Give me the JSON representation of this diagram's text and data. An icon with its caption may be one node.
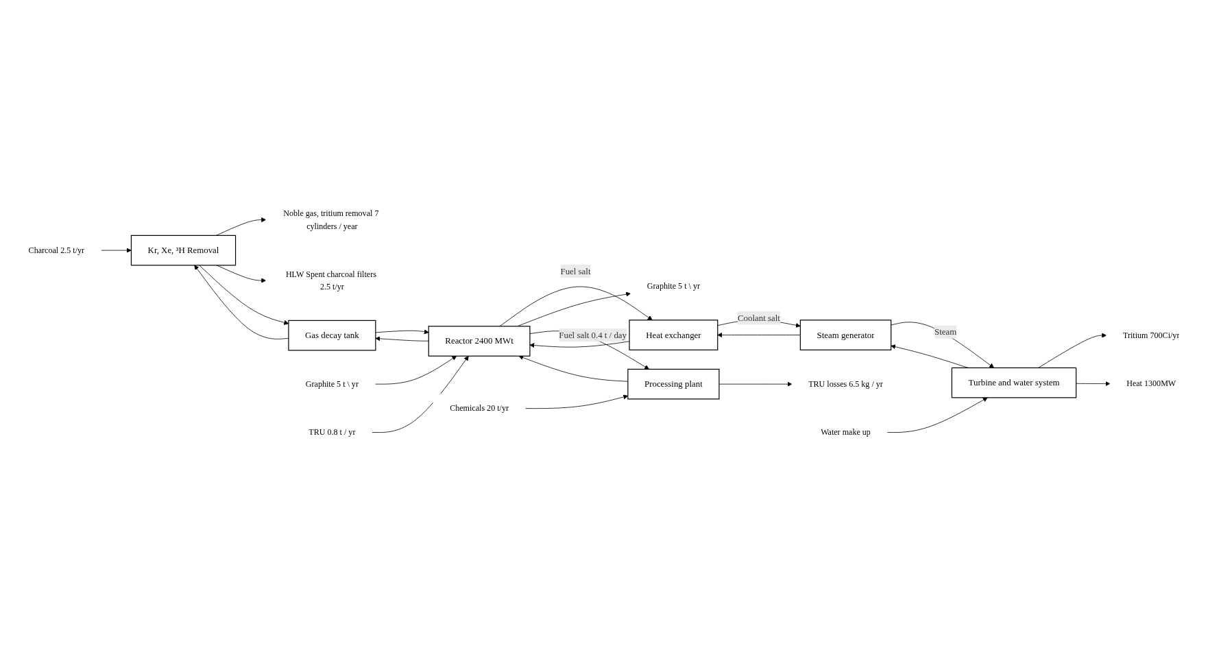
{
  "diagram": {
    "nodes": [
      {
        "text": [
          "Kr, Xe, ³H Removal"
        ]
      },
      {
        "text": [
          "Gas decay tank"
        ]
      },
      {
        "text": [
          "Reactor 2400 MWt"
        ]
      },
      {
        "text": [
          "Heat exchanger"
        ]
      },
      {
        "text": [
          "Steam generator"
        ]
      },
      {
        "text": [
          "Turbine and water system"
        ]
      },
      {
        "text": [
          "Processing plant"
        ]
      },
      {
        "text": [
          "Charcoal 2.5 t/yr"
        ]
      },
      {
        "text": [
          "Noble gas, tritium removal 7 cylinders / year"
        ]
      },
      {
        "text": [
          "HLW Spent charcoal filters 2.5 t/yr"
        ]
      },
      {
        "text": [
          "Graphite 5 t \\ yr"
        ]
      },
      {
        "text": [
          "TRU 0.8 t / yr"
        ]
      },
      {
        "text": [
          "Graphite 5 t \\ yr"
        ]
      },
      {
        "text": [
          "Chemicals 20 t/yr"
        ]
      },
      {
        "text": [
          "TRU losses 6.5 kg / yr"
        ]
      },
      {
        "text": [
          "Water make up"
        ]
      },
      {
        "text": [
          "Tritium 700Ci/yr"
        ]
      },
      {
        "text": [
          "Heat 1300MW"
        ]
      }
    ],
    "edges": [
      {
        "from": 7,
        "to": 0,
        "arrow": "to"
      },
      {
        "from": 0,
        "to": 8,
        "arrow": "to"
      },
      {
        "from": 0,
        "to": 9,
        "arrow": "to"
      },
      {
        "from": 0,
        "to": 1,
        "arrow": "to"
      },
      {
        "from": 1,
        "to": 0,
        "arrow": "to"
      },
      {
        "from": 1,
        "to": 2,
        "arrow": "to"
      },
      {
        "from": 2,
        "to": 1,
        "arrow": "to"
      },
      {
        "from": 10,
        "to": 2,
        "arrow": "to"
      },
      {
        "from": 11,
        "to": 2,
        "arrow": "to"
      },
      {
        "from": 2,
        "to": 3,
        "arrow": "to",
        "label": "Fuel salt"
      },
      {
        "from": 3,
        "to": 2,
        "arrow": "to"
      },
      {
        "from": 2,
        "to": 12,
        "arrow": "to"
      },
      {
        "from": 2,
        "to": 6,
        "arrow": "to",
        "label": "Fuel salt 0.4 t / day"
      },
      {
        "from": 6,
        "to": 2,
        "arrow": "to"
      },
      {
        "from": 3,
        "to": 4,
        "arrow": "to",
        "label": "Coolant salt"
      },
      {
        "from": 4,
        "to": 3,
        "arrow": "to"
      },
      {
        "from": 4,
        "to": 5,
        "arrow": "to",
        "label": "Steam"
      },
      {
        "from": 5,
        "to": 4,
        "arrow": "to"
      },
      {
        "from": 15,
        "to": 5,
        "arrow": "to"
      },
      {
        "from": 5,
        "to": 16,
        "arrow": "to"
      },
      {
        "from": 5,
        "to": 17,
        "arrow": "to"
      },
      {
        "from": 13,
        "to": 6,
        "arrow": "to"
      },
      {
        "from": 6,
        "to": 14,
        "arrow": "to"
      }
    ]
  }
}
